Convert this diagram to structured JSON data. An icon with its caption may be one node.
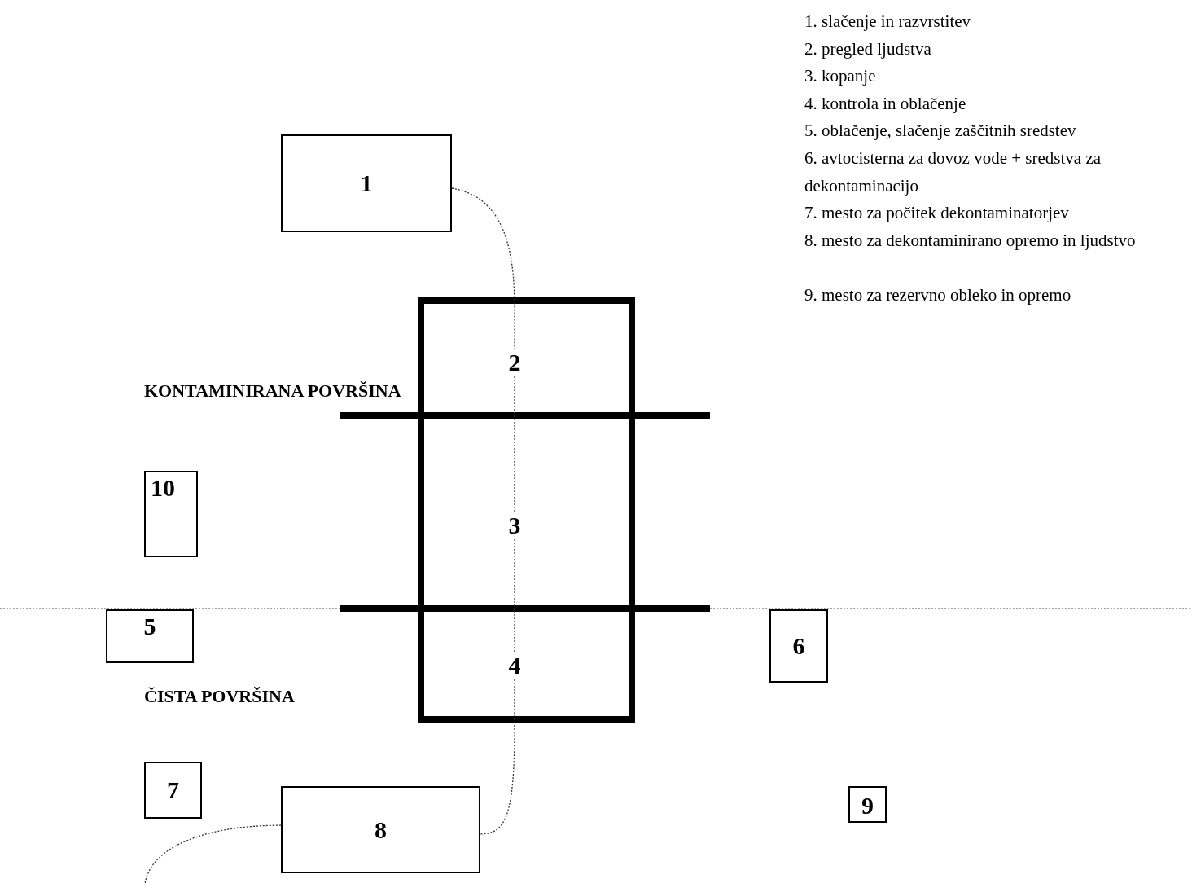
{
  "diagram": {
    "nodes": [
      {
        "text": [
          "1"
        ]
      },
      {
        "text": [
          "2"
        ]
      },
      {
        "text": [
          "10"
        ]
      },
      {
        "text": [
          "3"
        ]
      },
      {
        "text": [
          "5"
        ]
      },
      {
        "text": [
          "4"
        ]
      },
      {
        "text": [
          "6"
        ]
      },
      {
        "text": [
          "7"
        ]
      },
      {
        "text": [
          "8"
        ]
      },
      {
        "text": [
          "9"
        ]
      }
    ],
    "edges": [
      {
        "from": 0,
        "to": 1,
        "arrow": "none",
        "style": "dashed"
      },
      {
        "from": 1,
        "to": 3,
        "arrow": "none",
        "style": "dashed"
      },
      {
        "from": 3,
        "to": 5,
        "arrow": "none",
        "style": "dashed"
      },
      {
        "from": 5,
        "to": 8,
        "arrow": "none",
        "style": "dashed"
      },
      {
        "from": 8,
        "to": null,
        "arrow": "none",
        "style": "dashed"
      }
    ],
    "labels": [
      "1. slačenje in razvrstitev",
      "2. pregled ljudstva",
      "3. kopanje",
      "4. kontrola in oblačenje",
      "5. oblačenje, slačenje zaščitnih sredstev",
      "6. avtocisterna za dovoz vode + sredstva za dekontaminacijo",
      "7. mesto za počitek dekontaminatorjev",
      "8. mesto za dekontaminirano opremo in ljudstvo",
      "9.  mesto za rezervno obleko in opremo",
      "KONTAMINIRANA POVRŠINA",
      "ČISTA POVRŠINA"
    ]
  }
}
